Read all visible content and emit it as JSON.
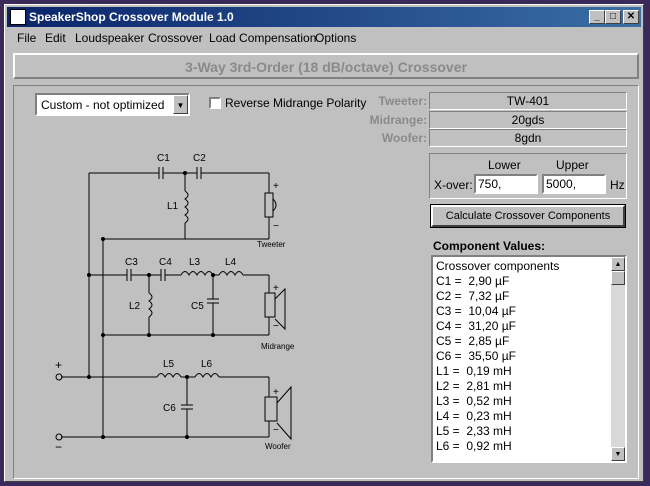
{
  "window": {
    "title": "SpeakerShop Crossover Module 1.0"
  },
  "menu": [
    "File",
    "Edit",
    "Loudspeaker",
    "Crossover",
    "Load Compensation",
    "Options"
  ],
  "banner": "3-Way 3rd-Order (18 dB/octave) Crossover",
  "preset": {
    "selected": "Custom - not optimized"
  },
  "reverse_midrange": {
    "label": "Reverse Midrange Polarity",
    "checked": false
  },
  "drivers": [
    {
      "label": "Tweeter:",
      "value": "TW-401"
    },
    {
      "label": "Midrange:",
      "value": "20gds"
    },
    {
      "label": "Woofer:",
      "value": "8gdn"
    }
  ],
  "xover": {
    "label": "X-over:",
    "lower_label": "Lower",
    "upper_label": "Upper",
    "lower": "750,",
    "upper": "5000,",
    "unit": "Hz"
  },
  "calc_button": "Calculate Crossover Components",
  "components": {
    "title": "Component Values:",
    "items": [
      "Crossover components",
      "C1 =  2,90 µF",
      "C2 =  7,32 µF",
      "C3 =  10,04 µF",
      "C4 =  31,20 µF",
      "C5 =  2,85 µF",
      "C6 =  35,50 µF",
      "L1 =  0,19 mH",
      "L2 =  2,81 mH",
      "L3 =  0,52 mH",
      "L4 =  0,23 mH",
      "L5 =  2,33 mH",
      "L6 =  0,92 mH"
    ]
  },
  "schematic": {
    "labels": {
      "c1": "C1",
      "c2": "C2",
      "l1": "L1",
      "tweeter": "Tweeter",
      "c3": "C3",
      "c4": "C4",
      "l3": "L3",
      "l4": "L4",
      "l2": "L2",
      "c5": "C5",
      "midrange": "Midrange",
      "l5": "L5",
      "l6": "L6",
      "c6": "C6",
      "woofer": "Woofer",
      "plus": "+",
      "minus": "−"
    }
  }
}
